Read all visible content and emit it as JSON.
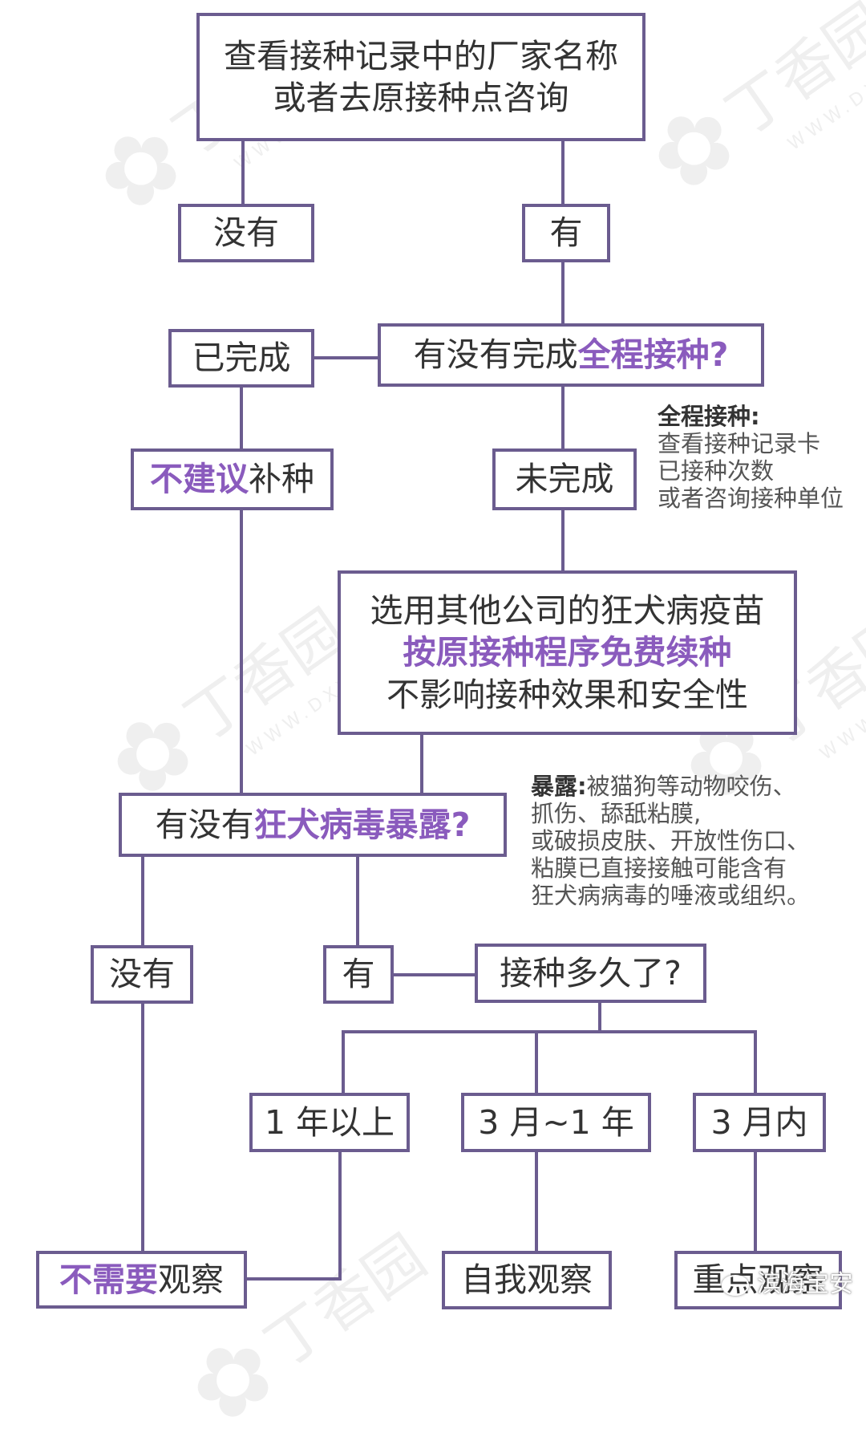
{
  "nodes": {
    "check_record": {
      "lines": [
        "查看接种记录中的厂家名称",
        "或者去原接种点咨询"
      ]
    },
    "no_record": {
      "text": "没有"
    },
    "has_record": {
      "text": "有"
    },
    "completed": {
      "text": "已完成"
    },
    "full_course_question": {
      "plain": "有没有完成",
      "highlight": "全程接种?"
    },
    "not_recommended": {
      "highlight": "不建议",
      "plain": "补种"
    },
    "not_completed": {
      "text": "未完成"
    },
    "switch_vaccine": {
      "line1": "选用其他公司的狂犬病疫苗",
      "line2": "按原接种程序免费续种",
      "line3": "不影响接种效果和安全性"
    },
    "exposure_question": {
      "plain": "有没有",
      "highlight": "狂犬病毒暴露?"
    },
    "no_exposure": {
      "text": "没有"
    },
    "has_exposure": {
      "text": "有"
    },
    "how_long_question": {
      "text": "接种多久了?"
    },
    "over_1_year": {
      "text": "1 年以上"
    },
    "3m_to_1y": {
      "text": "3 月~1 年"
    },
    "within_3m": {
      "text": "3 月内"
    },
    "no_observation": {
      "highlight": "不需要",
      "plain": "观察"
    },
    "self_observation": {
      "text": "自我观察"
    },
    "key_observation": {
      "text": "重点观察"
    }
  },
  "notes": {
    "full_course": {
      "title": "全程接种:",
      "lines": [
        "查看接种记录卡",
        "已接种次数",
        "或者咨询接种单位"
      ]
    },
    "exposure": {
      "title": "暴露:",
      "first_line": "被猫狗等动物咬伤、",
      "lines": [
        "抓伤、舔舐粘膜,",
        "或破损皮肤、开放性伤口、",
        "粘膜已直接接触可能含有",
        "狂犬病病毒的唾液或组织。"
      ]
    }
  },
  "watermark": {
    "name": "丁香园",
    "url": "WWW.DXY.CN"
  },
  "credit": {
    "text": "滨海宝安"
  },
  "colors": {
    "border": "#6b5c8f",
    "highlight": "#8a5bbd",
    "text": "#333333"
  }
}
